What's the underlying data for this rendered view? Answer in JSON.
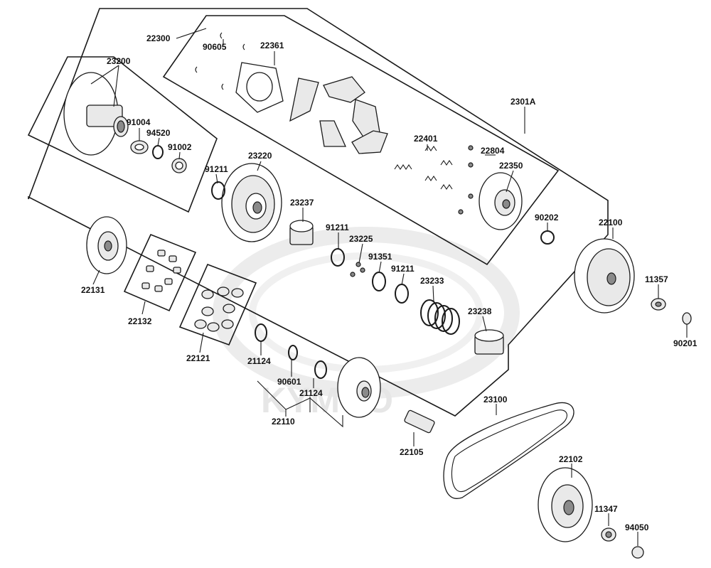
{
  "watermark": {
    "text": "KYMCO"
  },
  "callouts": [
    {
      "id": "22300",
      "label": "22300"
    },
    {
      "id": "90605",
      "label": "90605"
    },
    {
      "id": "22361",
      "label": "22361"
    },
    {
      "id": "23200",
      "label": "23200"
    },
    {
      "id": "91004",
      "label": "91004"
    },
    {
      "id": "94520",
      "label": "94520"
    },
    {
      "id": "91002",
      "label": "91002"
    },
    {
      "id": "2301A",
      "label": "2301A"
    },
    {
      "id": "22401",
      "label": "22401"
    },
    {
      "id": "22804",
      "label": "22804"
    },
    {
      "id": "22350",
      "label": "22350"
    },
    {
      "id": "91211a",
      "label": "91211"
    },
    {
      "id": "23220",
      "label": "23220"
    },
    {
      "id": "23237",
      "label": "23237"
    },
    {
      "id": "91211b",
      "label": "91211"
    },
    {
      "id": "23225",
      "label": "23225"
    },
    {
      "id": "91351",
      "label": "91351"
    },
    {
      "id": "91211c",
      "label": "91211"
    },
    {
      "id": "23233",
      "label": "23233"
    },
    {
      "id": "90202",
      "label": "90202"
    },
    {
      "id": "22100",
      "label": "22100"
    },
    {
      "id": "11357",
      "label": "11357"
    },
    {
      "id": "90201",
      "label": "90201"
    },
    {
      "id": "23238",
      "label": "23238"
    },
    {
      "id": "22131",
      "label": "22131"
    },
    {
      "id": "22132",
      "label": "22132"
    },
    {
      "id": "22121",
      "label": "22121"
    },
    {
      "id": "21124a",
      "label": "21124"
    },
    {
      "id": "90601",
      "label": "90601"
    },
    {
      "id": "21124b",
      "label": "21124"
    },
    {
      "id": "22110",
      "label": "22110"
    },
    {
      "id": "22105",
      "label": "22105"
    },
    {
      "id": "23100",
      "label": "23100"
    },
    {
      "id": "22102",
      "label": "22102"
    },
    {
      "id": "11347",
      "label": "11347"
    },
    {
      "id": "94050",
      "label": "94050"
    }
  ]
}
